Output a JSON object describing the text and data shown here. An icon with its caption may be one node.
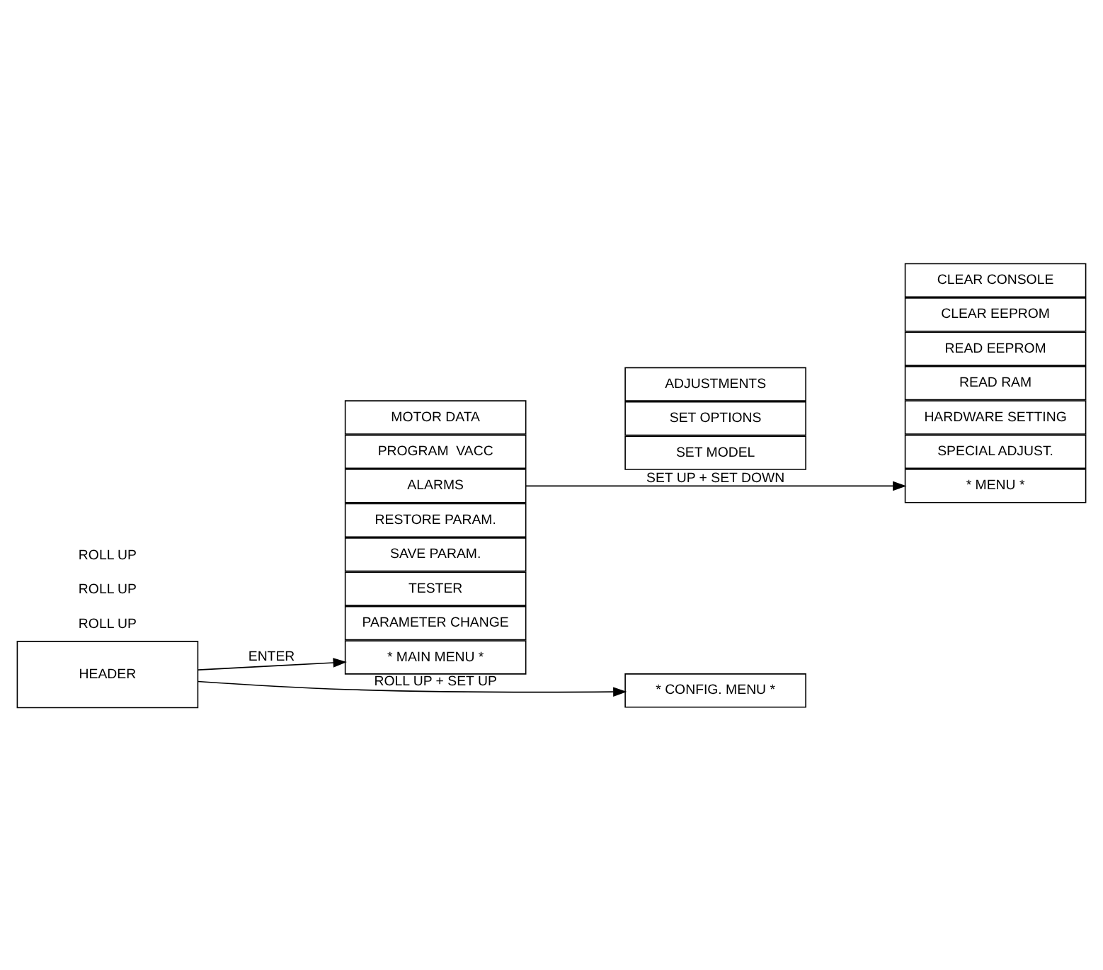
{
  "diagram": {
    "nodes": [
      {
        "text": [
          "HEADER"
        ]
      },
      {
        "text": [
          "* MAIN MENU *"
        ]
      },
      {
        "text": [
          "PARAMETER CHANGE"
        ]
      },
      {
        "text": [
          "TESTER"
        ]
      },
      {
        "text": [
          "SAVE PARAM."
        ]
      },
      {
        "text": [
          "RESTORE PARAM."
        ]
      },
      {
        "text": [
          "ALARMS"
        ]
      },
      {
        "text": [
          "PROGRAM  VACC"
        ]
      },
      {
        "text": [
          "MOTOR DATA"
        ]
      },
      {
        "text": [
          "* CONFIG. MENU *"
        ]
      },
      {
        "text": [
          "SET MODEL"
        ]
      },
      {
        "text": [
          "SET OPTIONS"
        ]
      },
      {
        "text": [
          "ADJUSTMENTS"
        ]
      },
      {
        "text": [
          "* MENU *"
        ]
      },
      {
        "text": [
          "SPECIAL ADJUST."
        ]
      },
      {
        "text": [
          "HARDWARE SETTING"
        ]
      },
      {
        "text": [
          "READ RAM"
        ]
      },
      {
        "text": [
          "READ EEPROM"
        ]
      },
      {
        "text": [
          "CLEAR EEPROM"
        ]
      },
      {
        "text": [
          "CLEAR CONSOLE"
        ]
      }
    ],
    "edges": [
      {
        "from": 0,
        "to": 9,
        "arrow": "to",
        "label": "ROLL UP + SET UP"
      },
      {
        "from": 0,
        "to": 1,
        "arrow": "to",
        "label": "ENTER"
      },
      {
        "from": 6,
        "to": 13,
        "arrow": "to",
        "label": "SET UP + SET DOWN"
      }
    ],
    "labels": [
      "ROLL UP",
      "ROLL UP",
      "ROLL UP"
    ]
  }
}
